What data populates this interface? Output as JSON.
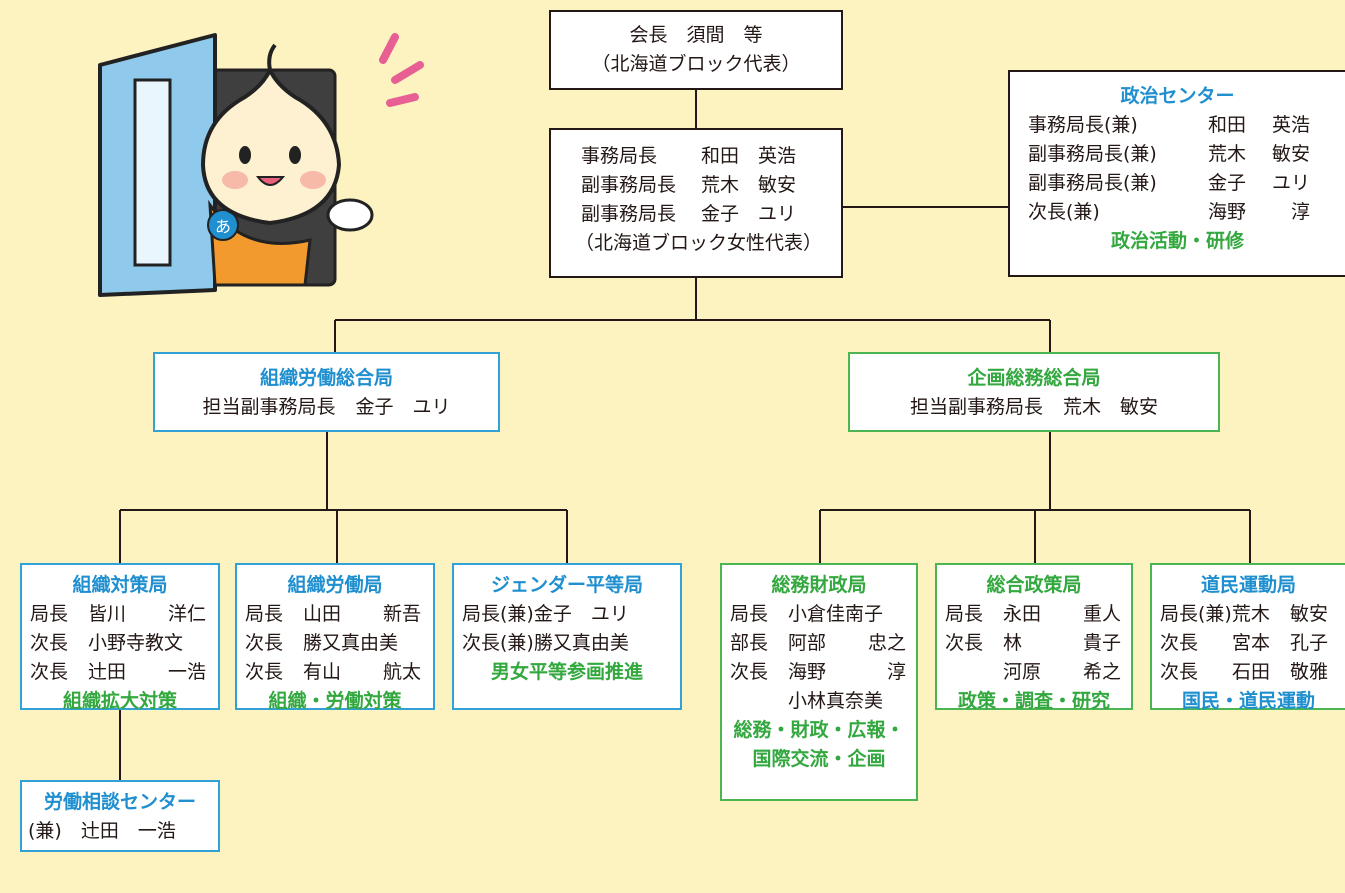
{
  "colors": {
    "background": "#fdf3c1",
    "blue": "#33a0d8",
    "green": "#4bb552",
    "title_blue": "#1f8fcf",
    "title_green": "#33a83f"
  },
  "mascot": {
    "icon": "onion-mascot-door-icon",
    "emblem_char": "あ"
  },
  "president": {
    "line1": "会長　須間　等",
    "line2": "（北海道ブロック代表）"
  },
  "secretariat": {
    "rows": [
      {
        "role": "事務局長",
        "name": "和田　英浩"
      },
      {
        "role": "副事務局長",
        "name": "荒木　敏安"
      },
      {
        "role": "副事務局長",
        "name": "金子　ユリ"
      }
    ],
    "note": "（北海道ブロック女性代表）"
  },
  "politics_center": {
    "title": "政治センター",
    "rows": [
      {
        "role": "事務局長(兼)",
        "given": "和田",
        "family": "英浩"
      },
      {
        "role": "副事務局長(兼)",
        "given": "荒木",
        "family": "敏安"
      },
      {
        "role": "副事務局長(兼)",
        "given": "金子",
        "family": "ユリ"
      },
      {
        "role": "次長(兼)",
        "given": "海野",
        "family": "淳"
      }
    ],
    "duty": "政治活動・研修"
  },
  "org_labor_general": {
    "title": "組織労働総合局",
    "leader_role": "担当副事務局長",
    "leader_name": "金子　ユリ"
  },
  "planning_general": {
    "title": "企画総務総合局",
    "leader_role": "担当副事務局長",
    "leader_name": "荒木　敏安"
  },
  "org_policy": {
    "title": "組織対策局",
    "rows": [
      {
        "role": "局長",
        "a": "皆川",
        "b": "洋仁"
      },
      {
        "role": "次長",
        "a": "小野寺教文",
        "b": ""
      },
      {
        "role": "次長",
        "a": "辻田",
        "b": "一浩"
      }
    ],
    "duty": "組織拡大対策"
  },
  "labor_consult": {
    "title": "労働相談センター",
    "line": "(兼)　辻田　一浩"
  },
  "org_labor": {
    "title": "組織労働局",
    "rows": [
      {
        "role": "局長",
        "a": "山田",
        "b": "新吾"
      },
      {
        "role": "次長",
        "a": "勝又真由美",
        "b": ""
      },
      {
        "role": "次長",
        "a": "有山",
        "b": "航太"
      }
    ],
    "duty": "組織・労働対策"
  },
  "gender": {
    "title": "ジェンダー平等局",
    "row1": "局長(兼)金子　ユリ",
    "row2": "次長(兼)勝又真由美",
    "duty": "男女平等参画推進"
  },
  "general_finance": {
    "title": "総務財政局",
    "rows": [
      {
        "role": "局長",
        "a": "小倉佳南子",
        "b": ""
      },
      {
        "role": "部長",
        "a": "阿部",
        "b": "忠之"
      },
      {
        "role": "次長",
        "a": "海野",
        "b": "淳"
      },
      {
        "role": "",
        "a": "小林真奈美",
        "b": ""
      }
    ],
    "duty1": "総務・財政・広報・",
    "duty2": "国際交流・企画"
  },
  "general_policy": {
    "title": "総合政策局",
    "rows": [
      {
        "role": "局長",
        "a": "永田",
        "b": "重人"
      },
      {
        "role": "次長",
        "a": "林",
        "b": "貴子"
      },
      {
        "role": "",
        "a": "河原",
        "b": "希之"
      }
    ],
    "duty": "政策・調査・研究"
  },
  "citizen_movement": {
    "title": "道民運動局",
    "rows": [
      {
        "role": "局長(兼)荒木",
        "b": "敏安"
      },
      {
        "role": "次長",
        "a": "宮本",
        "b": "孔子"
      },
      {
        "role": "次長",
        "a": "石田",
        "b": "敬雅"
      }
    ],
    "duty": "国民・道民運動"
  }
}
